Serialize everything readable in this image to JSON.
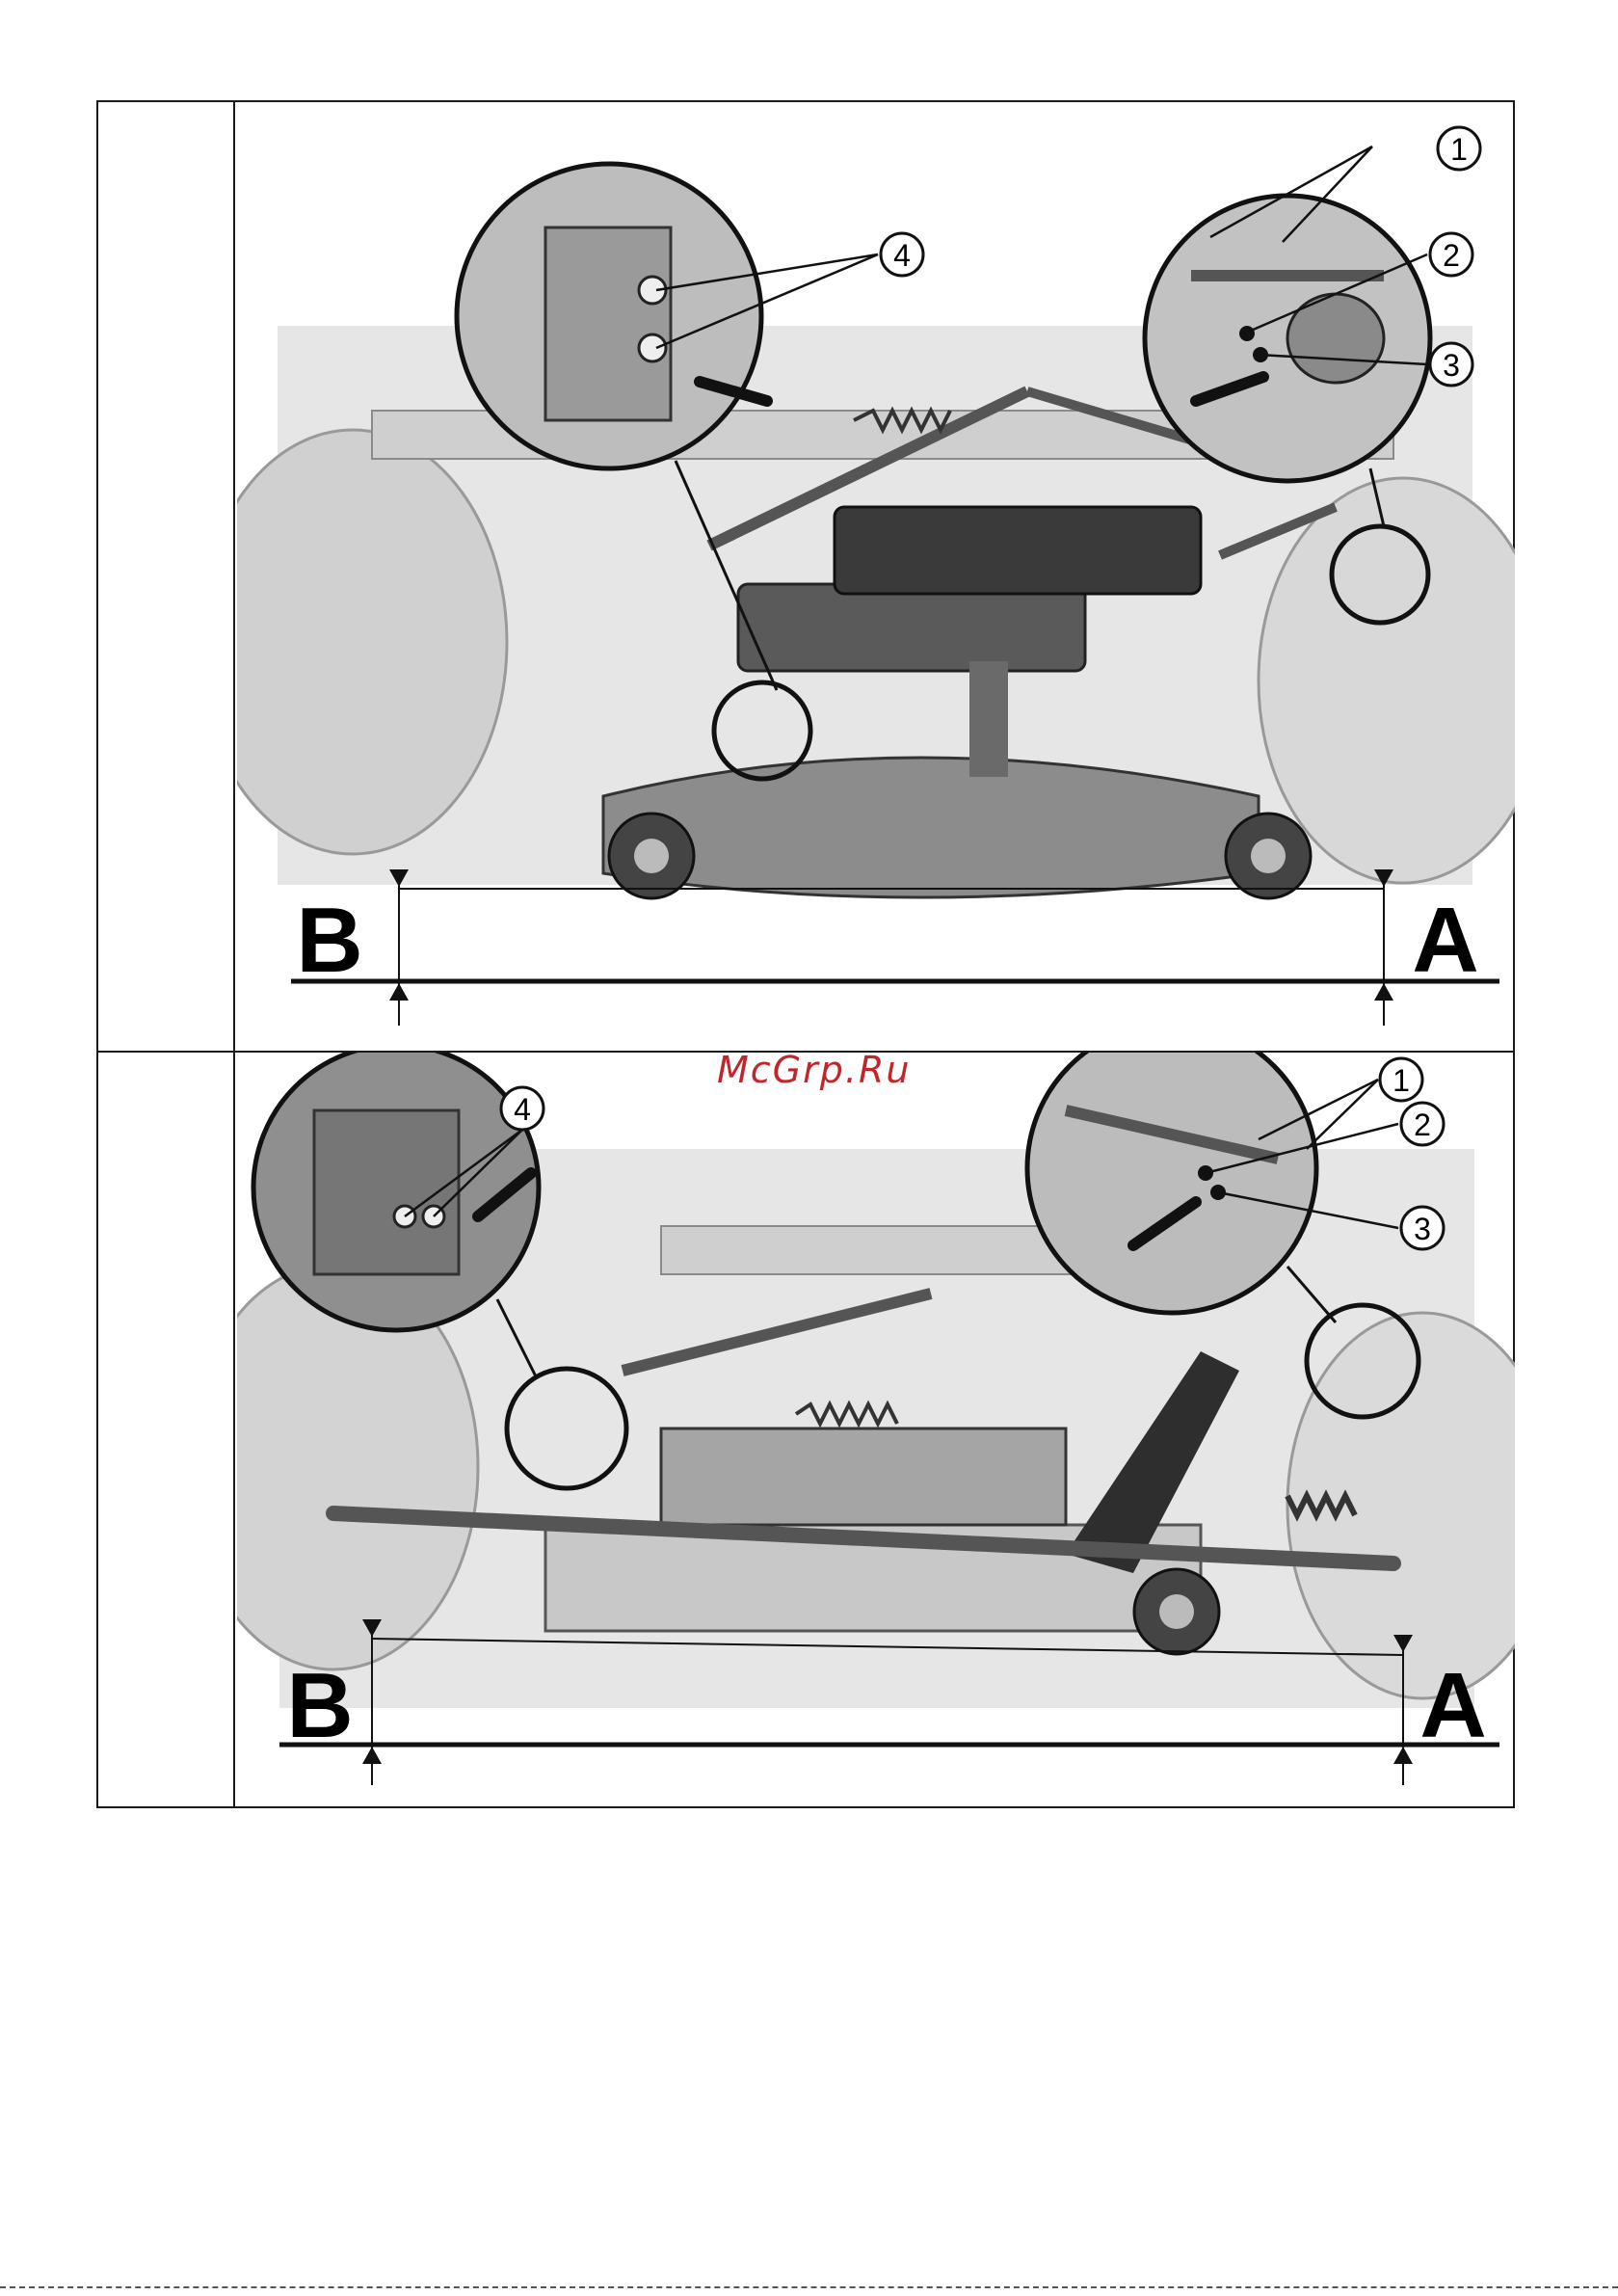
{
  "watermark": "McGrp.Ru",
  "figure_top": {
    "callouts": [
      "1",
      "2",
      "3",
      "4"
    ],
    "height_labels": {
      "left": "B",
      "right": "A"
    }
  },
  "figure_bottom": {
    "callouts": [
      "1",
      "2",
      "3",
      "4"
    ],
    "height_labels": {
      "left": "B",
      "right": "A"
    }
  },
  "colors": {
    "ink": "#1a1a1a",
    "illustration_fill": "#d9d9d9",
    "watermark": "#c0262b"
  }
}
